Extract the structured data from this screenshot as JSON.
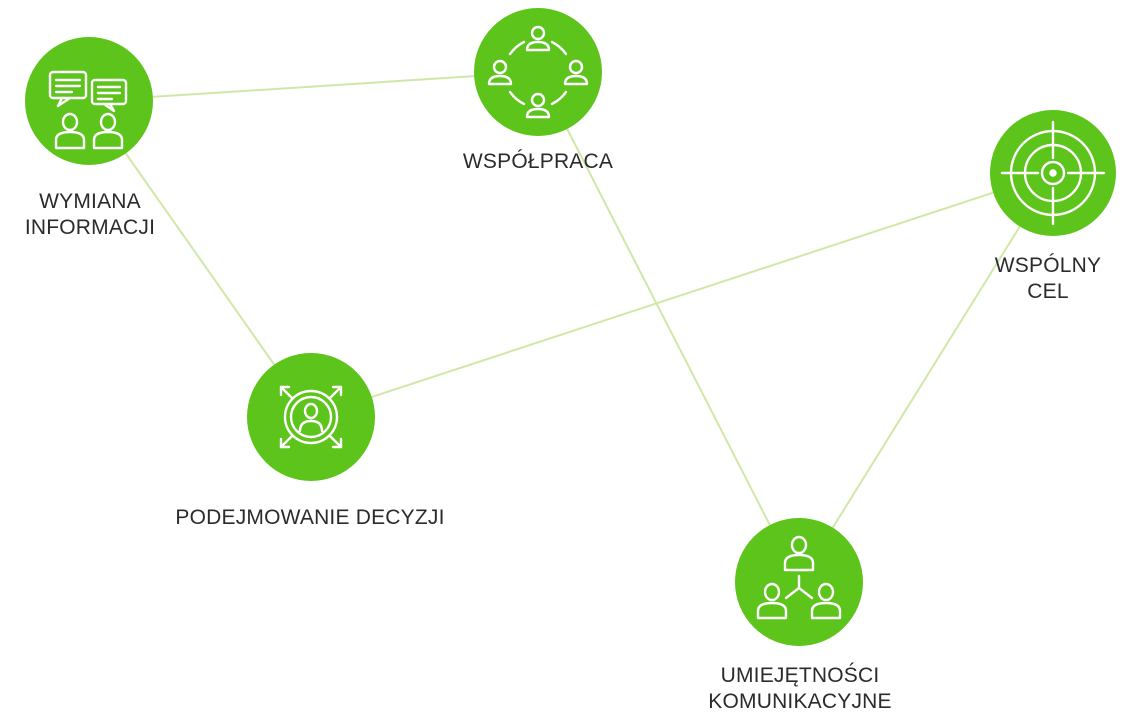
{
  "colors": {
    "node_fill": "#5cc41a",
    "node_fill_dark": "#4fb813",
    "edge": "#cfe8a8",
    "icon_stroke": "#ffffff",
    "label_text": "#2b2b2b"
  },
  "nodes": [
    {
      "id": "wymiana",
      "icon": "chat-people-icon",
      "label_lines": [
        "WYMIANA",
        "INFORMACJI"
      ]
    },
    {
      "id": "wspolpraca",
      "icon": "team-circle-icon",
      "label_lines": [
        "WSPÓŁPRACA"
      ]
    },
    {
      "id": "cel",
      "icon": "target-icon",
      "label_lines": [
        "WSPÓLNY",
        "CEL"
      ]
    },
    {
      "id": "decyzje",
      "icon": "decision-person-icon",
      "label_lines": [
        "PODEJMOWANIE DECYZJI"
      ]
    },
    {
      "id": "umiejetnosci",
      "icon": "hierarchy-people-icon",
      "label_lines": [
        "UMIEJĘTNOŚCI",
        "KOMUNIKACYJNE"
      ]
    }
  ],
  "edges": [
    [
      "wymiana",
      "wspolpraca"
    ],
    [
      "wymiana",
      "decyzje"
    ],
    [
      "wspolpraca",
      "umiejetnosci"
    ],
    [
      "decyzje",
      "cel"
    ],
    [
      "cel",
      "umiejetnosci"
    ]
  ]
}
